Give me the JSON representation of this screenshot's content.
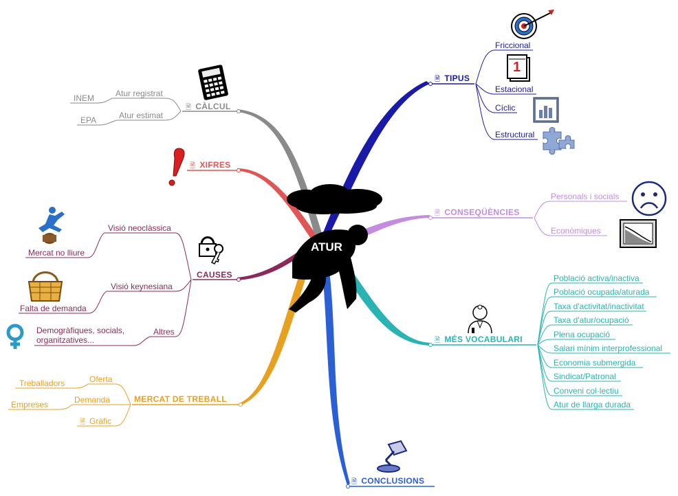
{
  "center": {
    "label": "ATUR"
  },
  "branches": {
    "tipus": {
      "label": "TIPUS",
      "color": "#1a1aa8",
      "children": [
        "Friccional",
        "Estacional",
        "Cíclic",
        "Estructural"
      ]
    },
    "consequencies": {
      "label": "CONSEQÜÈNCIES",
      "color": "#c48be0",
      "children": [
        "Personals i socials",
        "Econòmiques"
      ]
    },
    "vocabulari": {
      "label": "MÉS VOCABULARI",
      "color": "#2ab3b3",
      "children": [
        "Població activa/inactiva",
        "Població ocupada/aturada",
        "Taxa d'activitat/inactivitat",
        "Taxa d'atur/ocupació",
        "Plena ocupació",
        "Salari mínim interprofessional",
        "Economia submergida",
        "Sindicat/Patronal",
        "Conveni col·lectiu",
        "Atur de llarga durada"
      ]
    },
    "conclusions": {
      "label": "CONCLUSIONS",
      "color": "#2a5fd6"
    },
    "mercat": {
      "label": "MERCAT DE TREBALL",
      "color": "#e8a020",
      "oferta": {
        "label": "Oferta",
        "child": "Treballadors"
      },
      "demanda": {
        "label": "Demanda",
        "child": "Empreses"
      },
      "grafic": {
        "label": "Gràfic"
      }
    },
    "causes": {
      "label": "CAUSES",
      "color": "#8a2a5a",
      "neoclassica": {
        "label": "Visió neoclàssica",
        "child": "Mercat no lliure"
      },
      "keynesiana": {
        "label": "Visió keynesiana",
        "child": "Falta de demanda"
      },
      "altres": {
        "label": "Altres",
        "child_line1": "Demogràfiques, socials,",
        "child_line2": "organitzatives..."
      }
    },
    "xifres": {
      "label": "XIFRES",
      "color": "#e05555"
    },
    "calcul": {
      "label": "CÀLCUL",
      "color": "#8a8a8a",
      "registrat": {
        "label": "Atur registrat",
        "child": "INEM"
      },
      "estimat": {
        "label": "Atur estimat",
        "child": "EPA"
      }
    }
  },
  "icons": [
    "target-icon",
    "calendar-icon",
    "bar-chart-icon",
    "puzzle-icon",
    "sad-face-icon",
    "chart-window-icon",
    "doctor-icon",
    "desk-lamp-icon",
    "runner-icon",
    "basket-icon",
    "female-symbol-icon",
    "padlock-key-icon",
    "exclamation-icon",
    "calculator-icon",
    "document-icon"
  ]
}
